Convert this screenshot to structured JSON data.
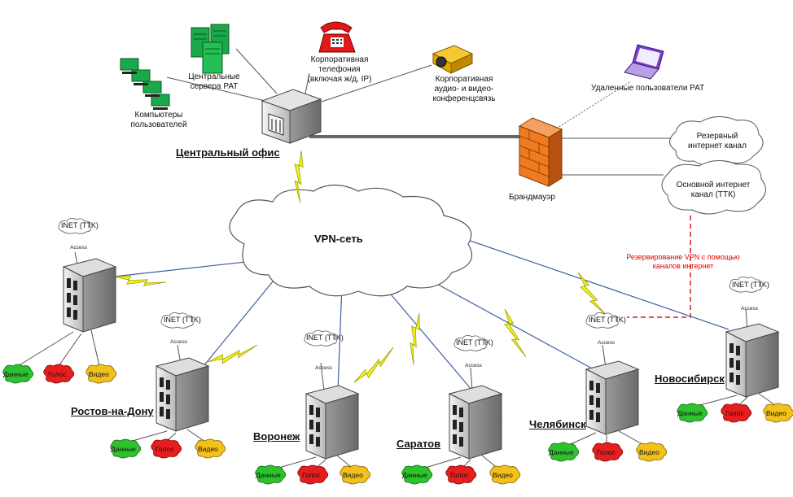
{
  "central": {
    "office_label": "Центральный офис",
    "servers_label": "Центральные сервера РАТ",
    "users_label": "Компьютеры пользователей",
    "telephony_label": "Корпоративная телефония (включая ж/д, IP)",
    "conference_label": "Корпоративная аудио- и видео- конференцсвязь",
    "remote_users_label": "Удаленные пользователи РАТ",
    "firewall_label": "Брандмауэр",
    "backup_internet_label": "Резервный интернет канал",
    "main_internet_label": "Основной интернет канал (ТТК)",
    "vpn_backup_label": "Резервирование VPN с помощью каналов интернет"
  },
  "vpn_cloud_label": "VPN-сеть",
  "branch_common": {
    "inet_label": "INET (TTK)",
    "access_label": "Access",
    "data_label": "Данные",
    "voice_label": "Голос",
    "video_label": "Видео"
  },
  "branches": [
    {
      "name": "Ростов-на-Дону"
    },
    {
      "name": "Воронеж"
    },
    {
      "name": "Саратов"
    },
    {
      "name": "Челябинск"
    },
    {
      "name": "Новосибирск"
    }
  ],
  "colors": {
    "cloud_green": "#2fc22f",
    "cloud_red": "#e81e1e",
    "cloud_yellow": "#f2c21a",
    "lightning": "#f2f21a",
    "firewall": "#f07a20",
    "servers": "#1aa84a",
    "phone": "#e01818",
    "projector": "#f0b400",
    "laptop": "#7a3ad0",
    "dashed_red": "#e01818"
  }
}
